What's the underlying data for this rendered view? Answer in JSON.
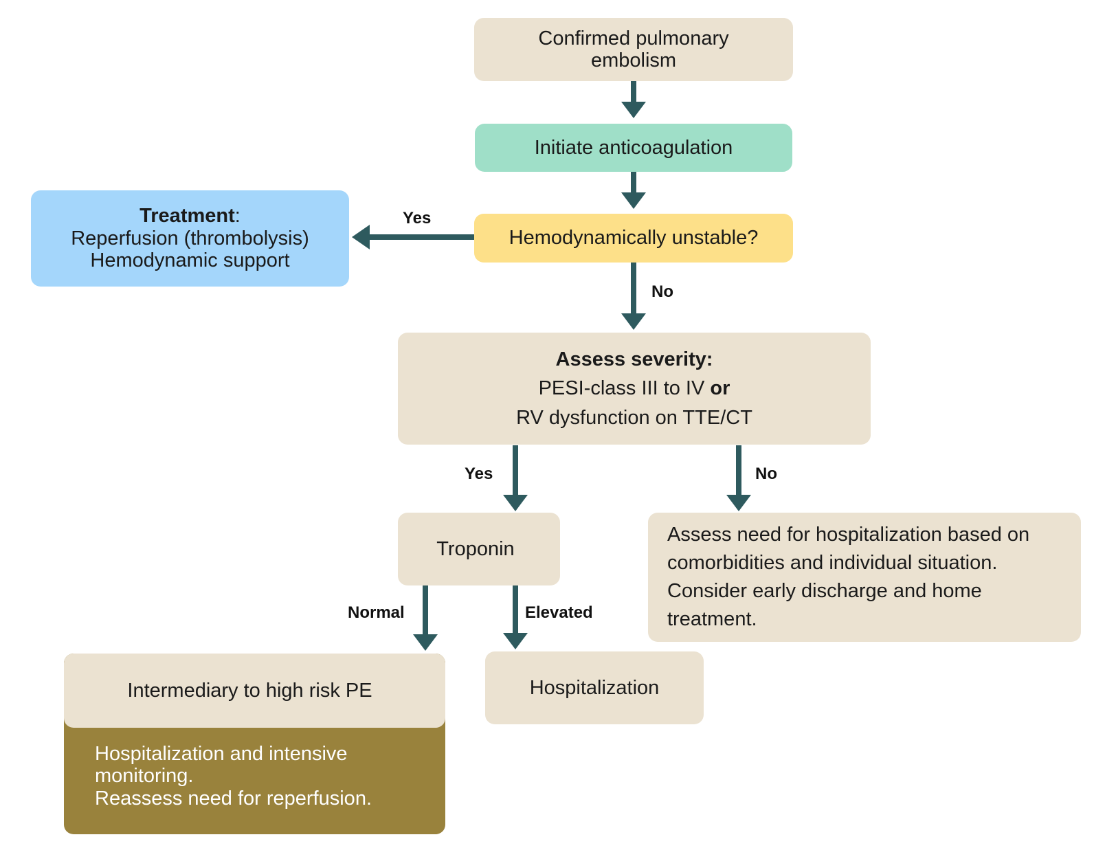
{
  "nodes": {
    "confirmed": "Confirmed pulmonary embolism",
    "confirmed_line1": "Confirmed pulmonary",
    "confirmed_line2": "embolism",
    "anticoagulation": "Initiate anticoagulation",
    "unstable": "Hemodynamically unstable?",
    "treatment": {
      "heading": "Treatment",
      "colon": ":",
      "line1": "Reperfusion (thrombolysis)",
      "line2": "Hemodynamic support"
    },
    "severity": {
      "heading": "Assess severity:",
      "line1_a": "PESI-class III to IV ",
      "line1_b": "or",
      "line2": "RV dysfunction on TTE/CT"
    },
    "troponin": "Troponin",
    "outpatient": {
      "line1": "Assess need for hospitalization based on",
      "line2": "comorbidities and individual situation.",
      "line3": "Consider early discharge and home",
      "line4": "treatment."
    },
    "hospitalization": "Hospitalization",
    "intermediate_risk": "Intermediary to high risk PE",
    "intensive": {
      "line1": "Hospitalization and intensive",
      "line2": "monitoring.",
      "line3": "Reassess need for reperfusion."
    }
  },
  "edge_labels": {
    "unstable_yes": "Yes",
    "unstable_no": "No",
    "severity_yes": "Yes",
    "severity_no": "No",
    "troponin_normal": "Normal",
    "troponin_elevated": "Elevated"
  },
  "colors": {
    "arrow": "#2e5a5e",
    "neutral_box": "#ebe2d1",
    "anticoagulation_box": "#9fdfc8",
    "decision_box": "#fde089",
    "treatment_box": "#a4d6fb",
    "intensive_box": "#99823c"
  }
}
